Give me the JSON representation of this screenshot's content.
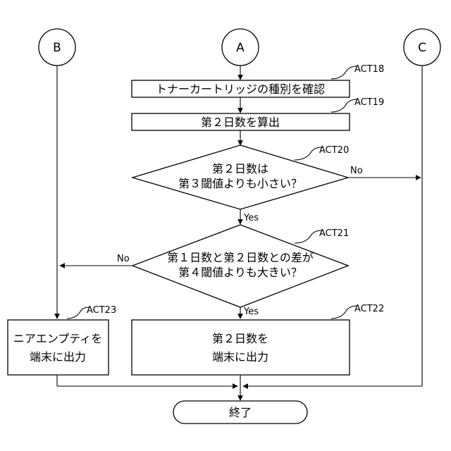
{
  "connectors": {
    "b": "B",
    "a": "A",
    "c": "C"
  },
  "steps": {
    "act18": {
      "label": "ACT18",
      "text": "トナーカートリッジの種別を確認"
    },
    "act19": {
      "label": "ACT19",
      "text": "第２日数を算出"
    },
    "act20": {
      "label": "ACT20",
      "line1": "第２日数は",
      "line2": "第３閾値よりも小さい？"
    },
    "act21": {
      "label": "ACT21",
      "line1": "第１日数と第２日数との差が",
      "line2": "第４閾値よりも大きい？"
    },
    "act22": {
      "label": "ACT22",
      "line1": "第２日数を",
      "line2": "端末に出力"
    },
    "act23": {
      "label": "ACT23",
      "line1": "ニアエンプティを",
      "line2": "端末に出力"
    },
    "end": {
      "text": "終了"
    }
  },
  "branches": {
    "act20_no": "No",
    "act20_yes": "Yes",
    "act21_no": "No",
    "act21_yes": "Yes"
  }
}
